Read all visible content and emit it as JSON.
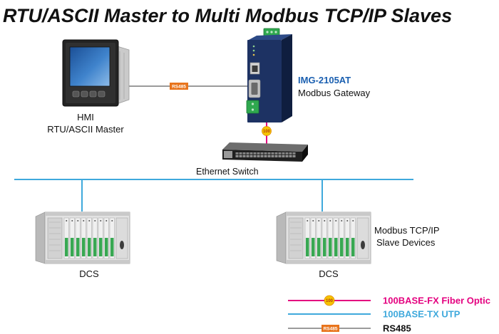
{
  "title": "RTU/ASCII Master to Multi Modbus TCP/IP Slaves",
  "hmi": {
    "label": "HMI",
    "role": "RTU/ASCII Master"
  },
  "gateway": {
    "model": "IMG-2105AT",
    "description": "Modbus Gateway"
  },
  "switch": {
    "label": "Ethernet Switch"
  },
  "link_badges": {
    "rs485": "RS485",
    "fiber": "100"
  },
  "slaves": {
    "units": [
      {
        "label": "DCS"
      },
      {
        "label": "DCS"
      }
    ],
    "caption_line1": "Modbus TCP/IP",
    "caption_line2": "Slave Devices"
  },
  "legend": [
    {
      "label": "100BASE-FX Fiber Optic",
      "badge": "100",
      "color": "#e4007f"
    },
    {
      "label": "100BASE-TX UTP",
      "color": "#3fa9dc"
    },
    {
      "label": "RS485",
      "badge": "RS485",
      "color": "#111111"
    }
  ],
  "colors": {
    "fiber": "#e4007f",
    "utp": "#3fa9dc",
    "rs485_line": "#7a7a7a",
    "rs485_badge": "#e8741c",
    "fiber_badge": "#f5c400",
    "gateway_model": "#1a5fb0",
    "gateway_body": "#1d3263",
    "terminal_green": "#2fa84f",
    "dcs_led_green": "#38a852"
  }
}
